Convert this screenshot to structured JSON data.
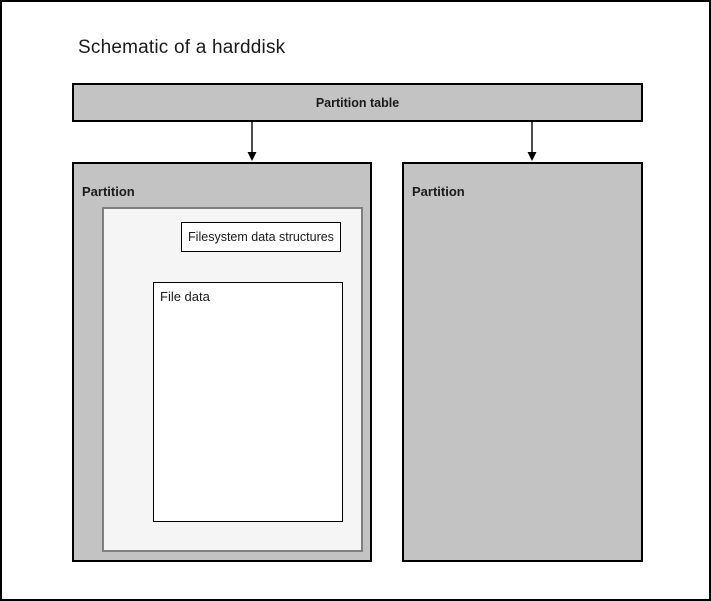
{
  "title": "Schematic of a harddisk",
  "diagram": {
    "partition_table": {
      "label": "Partition table"
    },
    "partitions": [
      {
        "label": "Partition"
      },
      {
        "label": "Partition"
      }
    ],
    "filesystem_box": {
      "label": "Filesystem data structures"
    },
    "file_data_box": {
      "label": "File data"
    },
    "connections": [
      {
        "from": "partition-table",
        "to": "left-partition"
      },
      {
        "from": "partition-table",
        "to": "right-partition"
      },
      {
        "from": "filesystem-data-structures",
        "to": "file-data"
      }
    ]
  },
  "colors": {
    "partition_fill": "#c3c3c3",
    "filesystem_area_fill": "#f5f5f5",
    "filesystem_area_border": "#7f7f7f",
    "box_border": "#000000",
    "inner_box_fill": "#ffffff",
    "text": "#1a1a1a"
  }
}
